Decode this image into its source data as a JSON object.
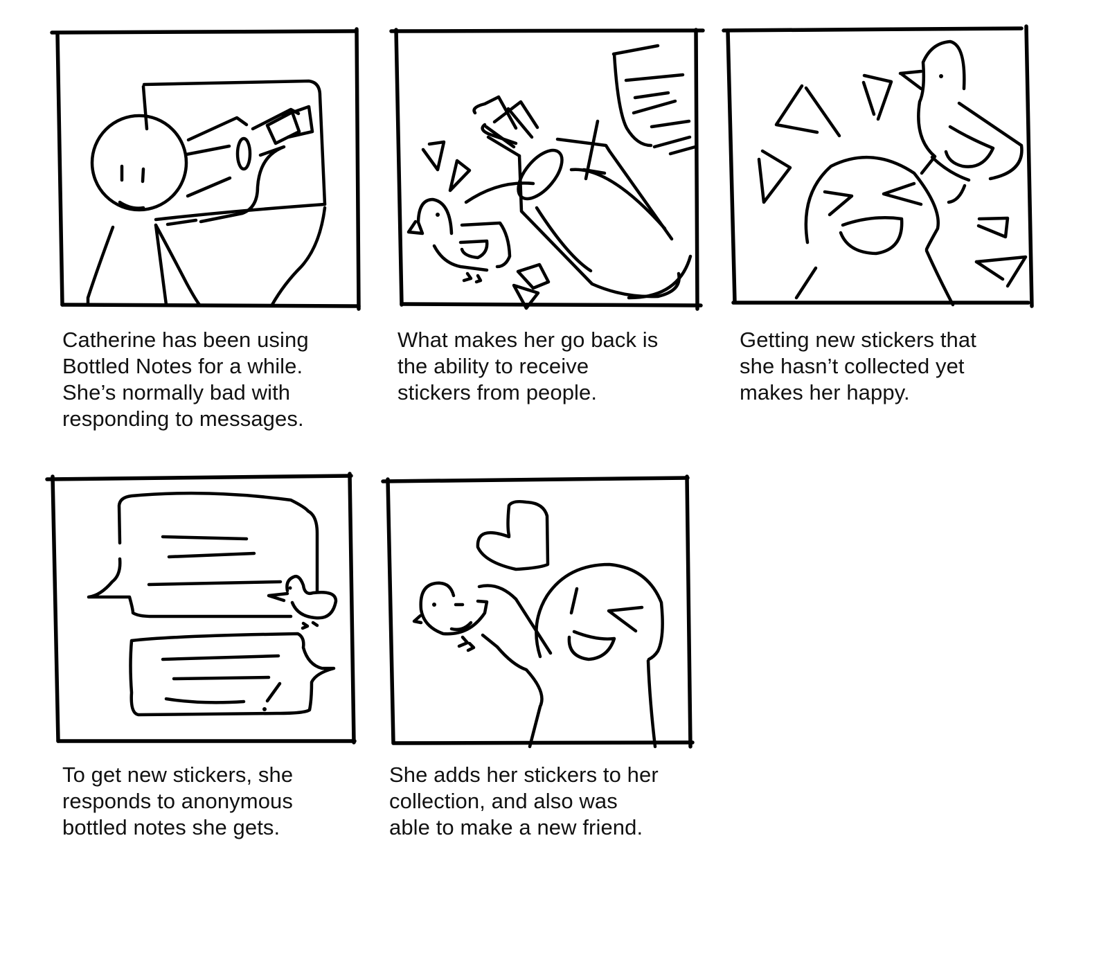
{
  "storyboard": {
    "panels": [
      {
        "id": 1,
        "scene": "Person in front of a laptop screen showing a bottle",
        "caption_lines": [
          "Catherine has been using",
          "Bottled Notes for a while.",
          "She’s normally bad with",
          "responding to messages."
        ]
      },
      {
        "id": 2,
        "scene": "Bird sticker popping out of a bottle with a note",
        "caption_lines": [
          "What makes her go back is",
          "the ability to receive",
          "stickers from people."
        ]
      },
      {
        "id": 3,
        "scene": "Happy person with bird sticker on head, sparkles",
        "caption_lines": [
          "Getting new stickers that",
          "she hasn’t collected yet",
          "makes her happy."
        ]
      },
      {
        "id": 4,
        "scene": "Two speech bubbles with a bird sticker on top",
        "caption_lines": [
          "To get new stickers, she",
          "responds to anonymous",
          "bottled notes she gets."
        ]
      },
      {
        "id": 5,
        "scene": "Person holding up bird with heart above",
        "caption_lines": [
          "She adds her stickers to her",
          "collection, and also was",
          "able to make a new friend."
        ]
      }
    ]
  }
}
